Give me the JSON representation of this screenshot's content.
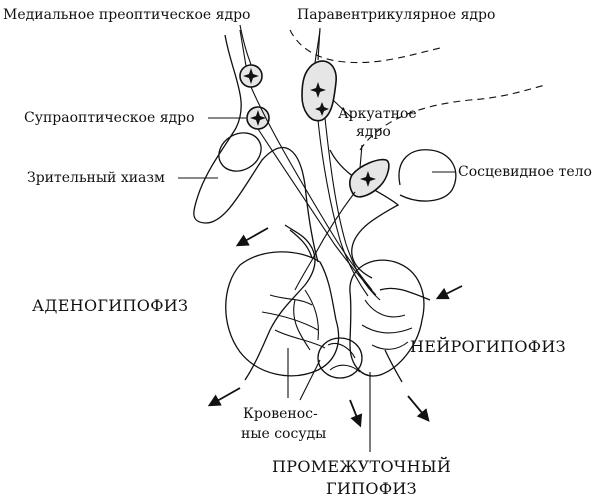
{
  "labels": {
    "medial_preoptic": "Медиальное преоптическое ядро",
    "paraventricular": "Паравентрикулярное ядро",
    "supraoptic": "Супраоптическое ядро",
    "arcuate_line1": "Аркуатное",
    "arcuate_line2": "ядро",
    "optic_chiasm": "Зрительный хиазм",
    "mammillary_body": "Сосцевидное тело",
    "adenohypophysis": "АДЕНОГИПОФИЗ",
    "neurohypophysis": "НЕЙРОГИПОФИЗ",
    "blood_vessels_line1": "Кровенос-",
    "blood_vessels_line2": "ные сосуды",
    "intermediate_line1": "ПРОМЕЖУТОЧНЫЙ",
    "intermediate_line2": "ГИПОФИЗ"
  },
  "colors": {
    "ink": "#111111",
    "background": "#ffffff",
    "nucleus_fill": "#e6e6e6"
  }
}
